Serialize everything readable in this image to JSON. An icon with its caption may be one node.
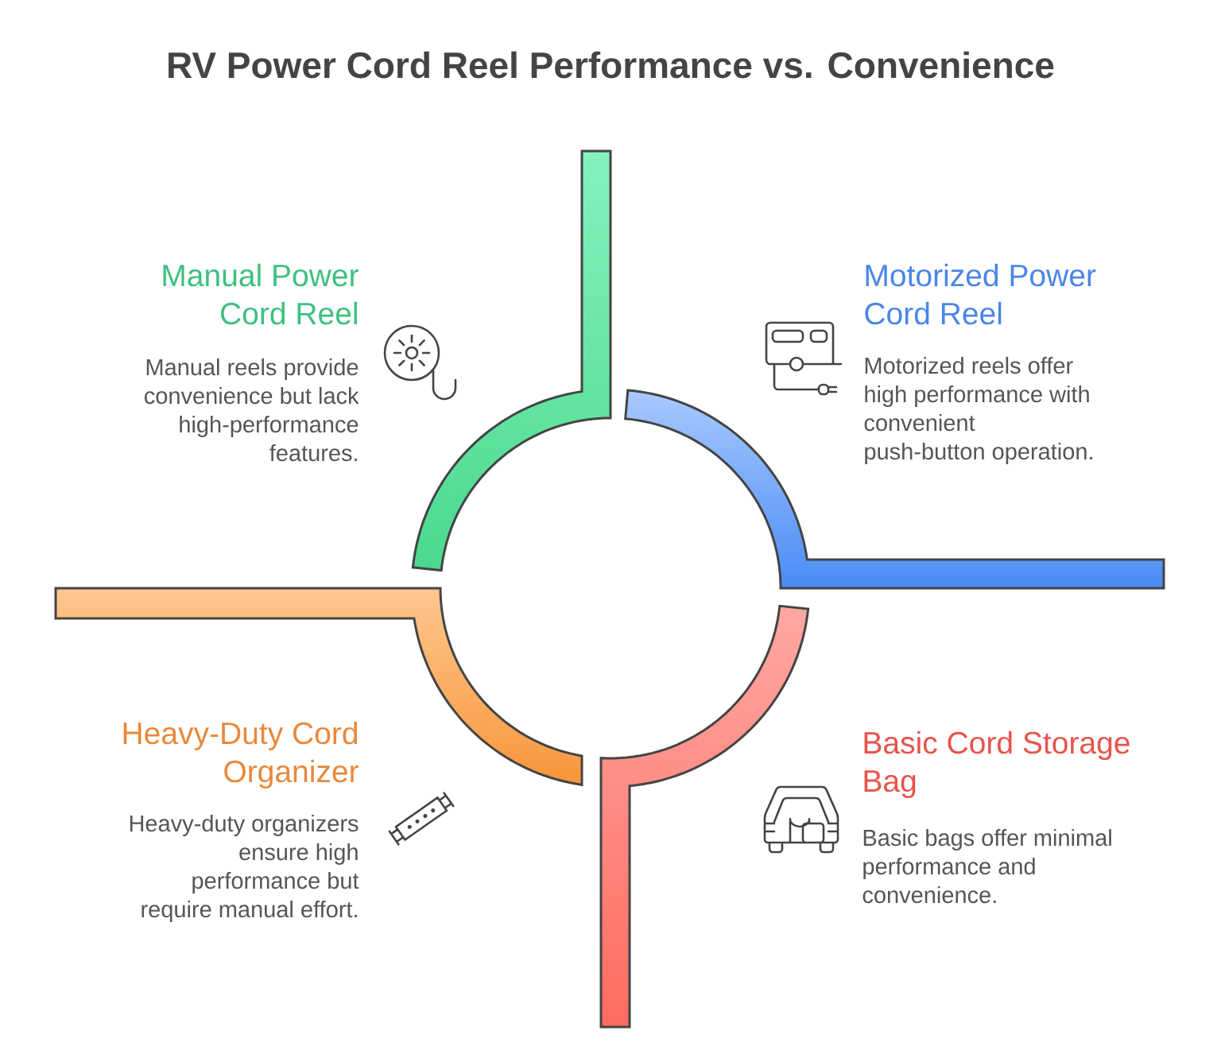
{
  "diagram": {
    "title": "RV Power Cord Reel Performance vs. Convenience",
    "nodes": [
      {
        "text": [
          "Manual Power Cord Reel",
          "Manual reels provide convenience but lack high-performance features."
        ]
      },
      {
        "text": [
          "Motorized Power Cord Reel",
          "Motorized reels offer high performance with convenient push-button operation."
        ]
      },
      {
        "text": [
          "Heavy-Duty Cord Organizer",
          "Heavy-duty organizers ensure high performance but require manual effort."
        ]
      },
      {
        "text": [
          "Basic Cord Storage Bag",
          "Basic bags offer minimal performance and convenience."
        ]
      }
    ]
  }
}
